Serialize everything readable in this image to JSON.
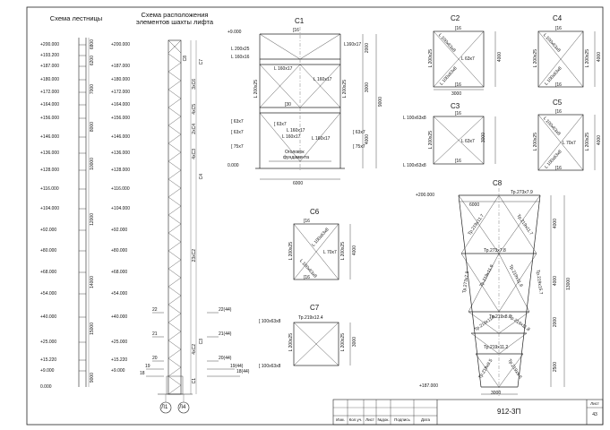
{
  "titles": {
    "ladder": "Схема лестницы",
    "shaft_line1": "Схема расположения",
    "shaft_line2": "элементов шахты лифта"
  },
  "levels_ladder": [
    "+200.000",
    "+193.200",
    "+187.000",
    "+180.000",
    "+172.000",
    "+164.000",
    "+156.000",
    "+146.000",
    "+136.000",
    "+128.000",
    "+116.000",
    "+104.000",
    "+92.000",
    "+80.000",
    "+68.000",
    "+54.000",
    "+40.000",
    "+25.000",
    "+15.220",
    "+9.000",
    "0.000"
  ],
  "ladder_dims": [
    "6800",
    "6200",
    "7000",
    "8000",
    "10000",
    "12000",
    "14000",
    "15000",
    "9000"
  ],
  "levels_shaft": [
    "+200.000",
    "+187.000",
    "+180.000",
    "+172.000",
    "+164.000",
    "+156.000",
    "+146.000",
    "+136.000",
    "+128.000",
    "+116.000",
    "+104.000",
    "+92.000",
    "+80.000",
    "+68.000",
    "+54.000",
    "+40.000",
    "+25.000",
    "+15.220",
    "+9.000"
  ],
  "shaft_marks": [
    "С8",
    "С7",
    "3хС6",
    "4хС5",
    "2хС4",
    "4хС3",
    "С4",
    "23хС2",
    "4хС2",
    "С3",
    "С1"
  ],
  "shaft_side": {
    "l1": "22",
    "r1": "22(44)",
    "l2": "21",
    "r2": "21(44)",
    "l3": "20",
    "r3": "20(44)",
    "l4": "19",
    "r4": "19(44)",
    "l5": "18",
    "r5": "18(44)"
  },
  "shaft_axes": [
    "Л1",
    "Л4"
  ],
  "c1": {
    "title": "С1",
    "top_level": "+9.000",
    "bottom_level": "0.000",
    "labels": [
      "[16",
      "L 200x25",
      "L 160x16",
      "L160x17",
      "L 200x25",
      "L 160x17",
      "L 160x17",
      "L 200x25",
      "[30",
      "L 160x17",
      "L 160x17",
      "[ 63x7",
      "[ 63x7",
      "[ 75x7",
      "[ 63x7",
      "[ 75x7",
      "[ 63x7",
      "L 160x17"
    ],
    "dims_right": [
      "2000",
      "3000",
      "4000",
      "9000"
    ],
    "width": "6000",
    "note1": "Оголовок",
    "note2": "фундамента"
  },
  "c2": {
    "title": "С2",
    "labels": [
      "[16",
      "L 200x25",
      "L 63x7",
      "L 100x63x8",
      "L 100x63x8",
      "[16"
    ],
    "dim_h": "4000",
    "dim_w": "3000"
  },
  "c3": {
    "title": "С3",
    "labels": [
      "[16",
      "L 200x25",
      "L 63x7",
      "L 100x63x8",
      "L 100x63x8",
      "[16"
    ],
    "dim_h": "3000"
  },
  "c4": {
    "title": "С4",
    "labels": [
      "[16",
      "L 200x25",
      "L 200x25",
      "L 100x63x8",
      "L 100x63x8",
      "[16"
    ],
    "dim_h": "4000"
  },
  "c5": {
    "title": "С5",
    "labels": [
      "[16",
      "L 200x25",
      "L 200x25",
      "L 70x7",
      "L 100x63x8",
      "L 100x63x8",
      "[16"
    ],
    "dim_h": "4000"
  },
  "c6": {
    "title": "С6",
    "labels": [
      "[16",
      "L 200x25",
      "L 100x63x8",
      "L 70x7",
      "L 100x63x8",
      "L 200x25",
      "[16"
    ],
    "dim_h": "4000"
  },
  "c7": {
    "title": "С7",
    "labels": [
      "Тр.219x12.4",
      "[ 100x63x8",
      "L 200x25",
      "L 200x25",
      "[ 100x63x8"
    ],
    "dim_h": "3000"
  },
  "c8": {
    "title": "С8",
    "top_level": "+200.000",
    "bottom_level": "+187.000",
    "top_width": "6000",
    "bottom_width": "3000",
    "labels": [
      "Тр.273x7.9",
      "Тр.219x11.7",
      "Тр.219x11.7",
      "Тр.273x7.8",
      "Тр.219x11.9",
      "Тр.219x11.9",
      "Тр.273x7.9",
      "Тр.219x15.7",
      "Тр.219x8.6",
      "Тр.219x11.8",
      "Тр.219x11.8",
      "Тр.219x11.2",
      "Тр.219x9.5",
      "Тр.219x9.5"
    ],
    "dims_right": [
      "4000",
      "4000",
      "2000",
      "2500",
      "13000"
    ]
  },
  "stamp": {
    "cols": [
      "Изм.",
      "Кол.уч.",
      "Лист",
      "№док.",
      "Подпись",
      "Дата"
    ],
    "code": "912-3П",
    "sheet_label": "Лист",
    "sheet_no": "43"
  }
}
